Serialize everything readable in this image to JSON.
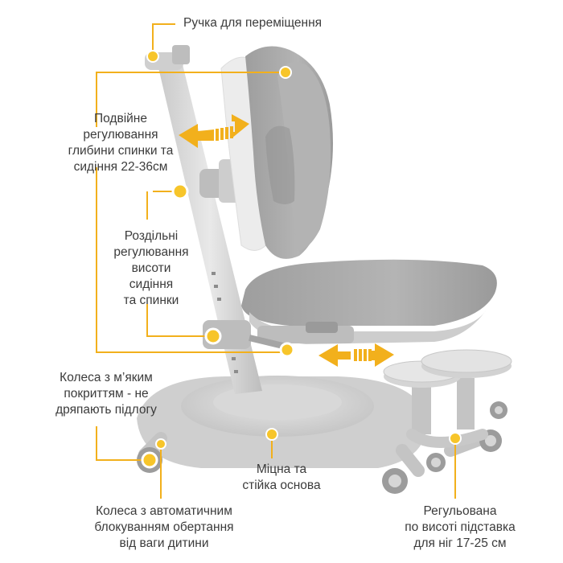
{
  "labels": {
    "handle": "Ручка для переміщення",
    "depth_adjust": [
      "Подвійне",
      "регулювання",
      "глибини спинки та",
      "сидіння 22-36см"
    ],
    "height_adjust": [
      "Роздільні",
      "регулювання",
      "висоти",
      "сидіння",
      "та спинки"
    ],
    "soft_wheels": [
      "Колеса з м’яким",
      "покриттям - не",
      "дряпають підлогу"
    ],
    "base": [
      "Міцна та",
      "стійка основа"
    ],
    "auto_lock_wheels": [
      "Колеса з автоматичним",
      "блокуванням обертання",
      "від ваги дитини"
    ],
    "footrest": [
      "Регульована",
      "по висоті підставка",
      "для ніг 17-25 см"
    ]
  },
  "colors": {
    "accent": "#f2b01c",
    "chair_gray": "#a9a9a9",
    "chair_light": "#d9d9d9",
    "text": "#3b3b3b"
  },
  "icons": [
    "callout-dot-icon",
    "double-arrow-icon"
  ]
}
